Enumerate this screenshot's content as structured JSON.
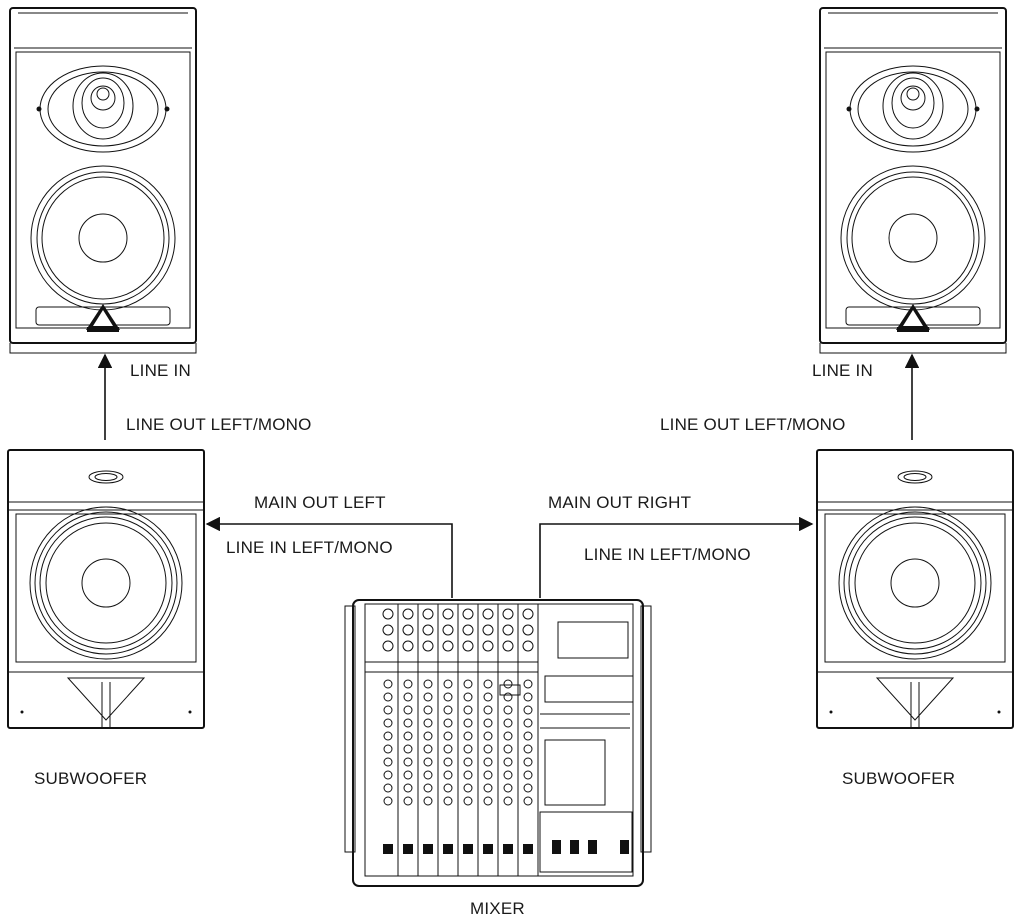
{
  "labels": {
    "line_in": "LINE IN",
    "line_out_left_mono": "LINE OUT LEFT/MONO",
    "main_out_left": "MAIN OUT LEFT",
    "main_out_right": "MAIN OUT RIGHT",
    "line_in_left_mono": "LINE IN LEFT/MONO",
    "subwoofer": "SUBWOOFER",
    "mixer": "MIXER"
  }
}
